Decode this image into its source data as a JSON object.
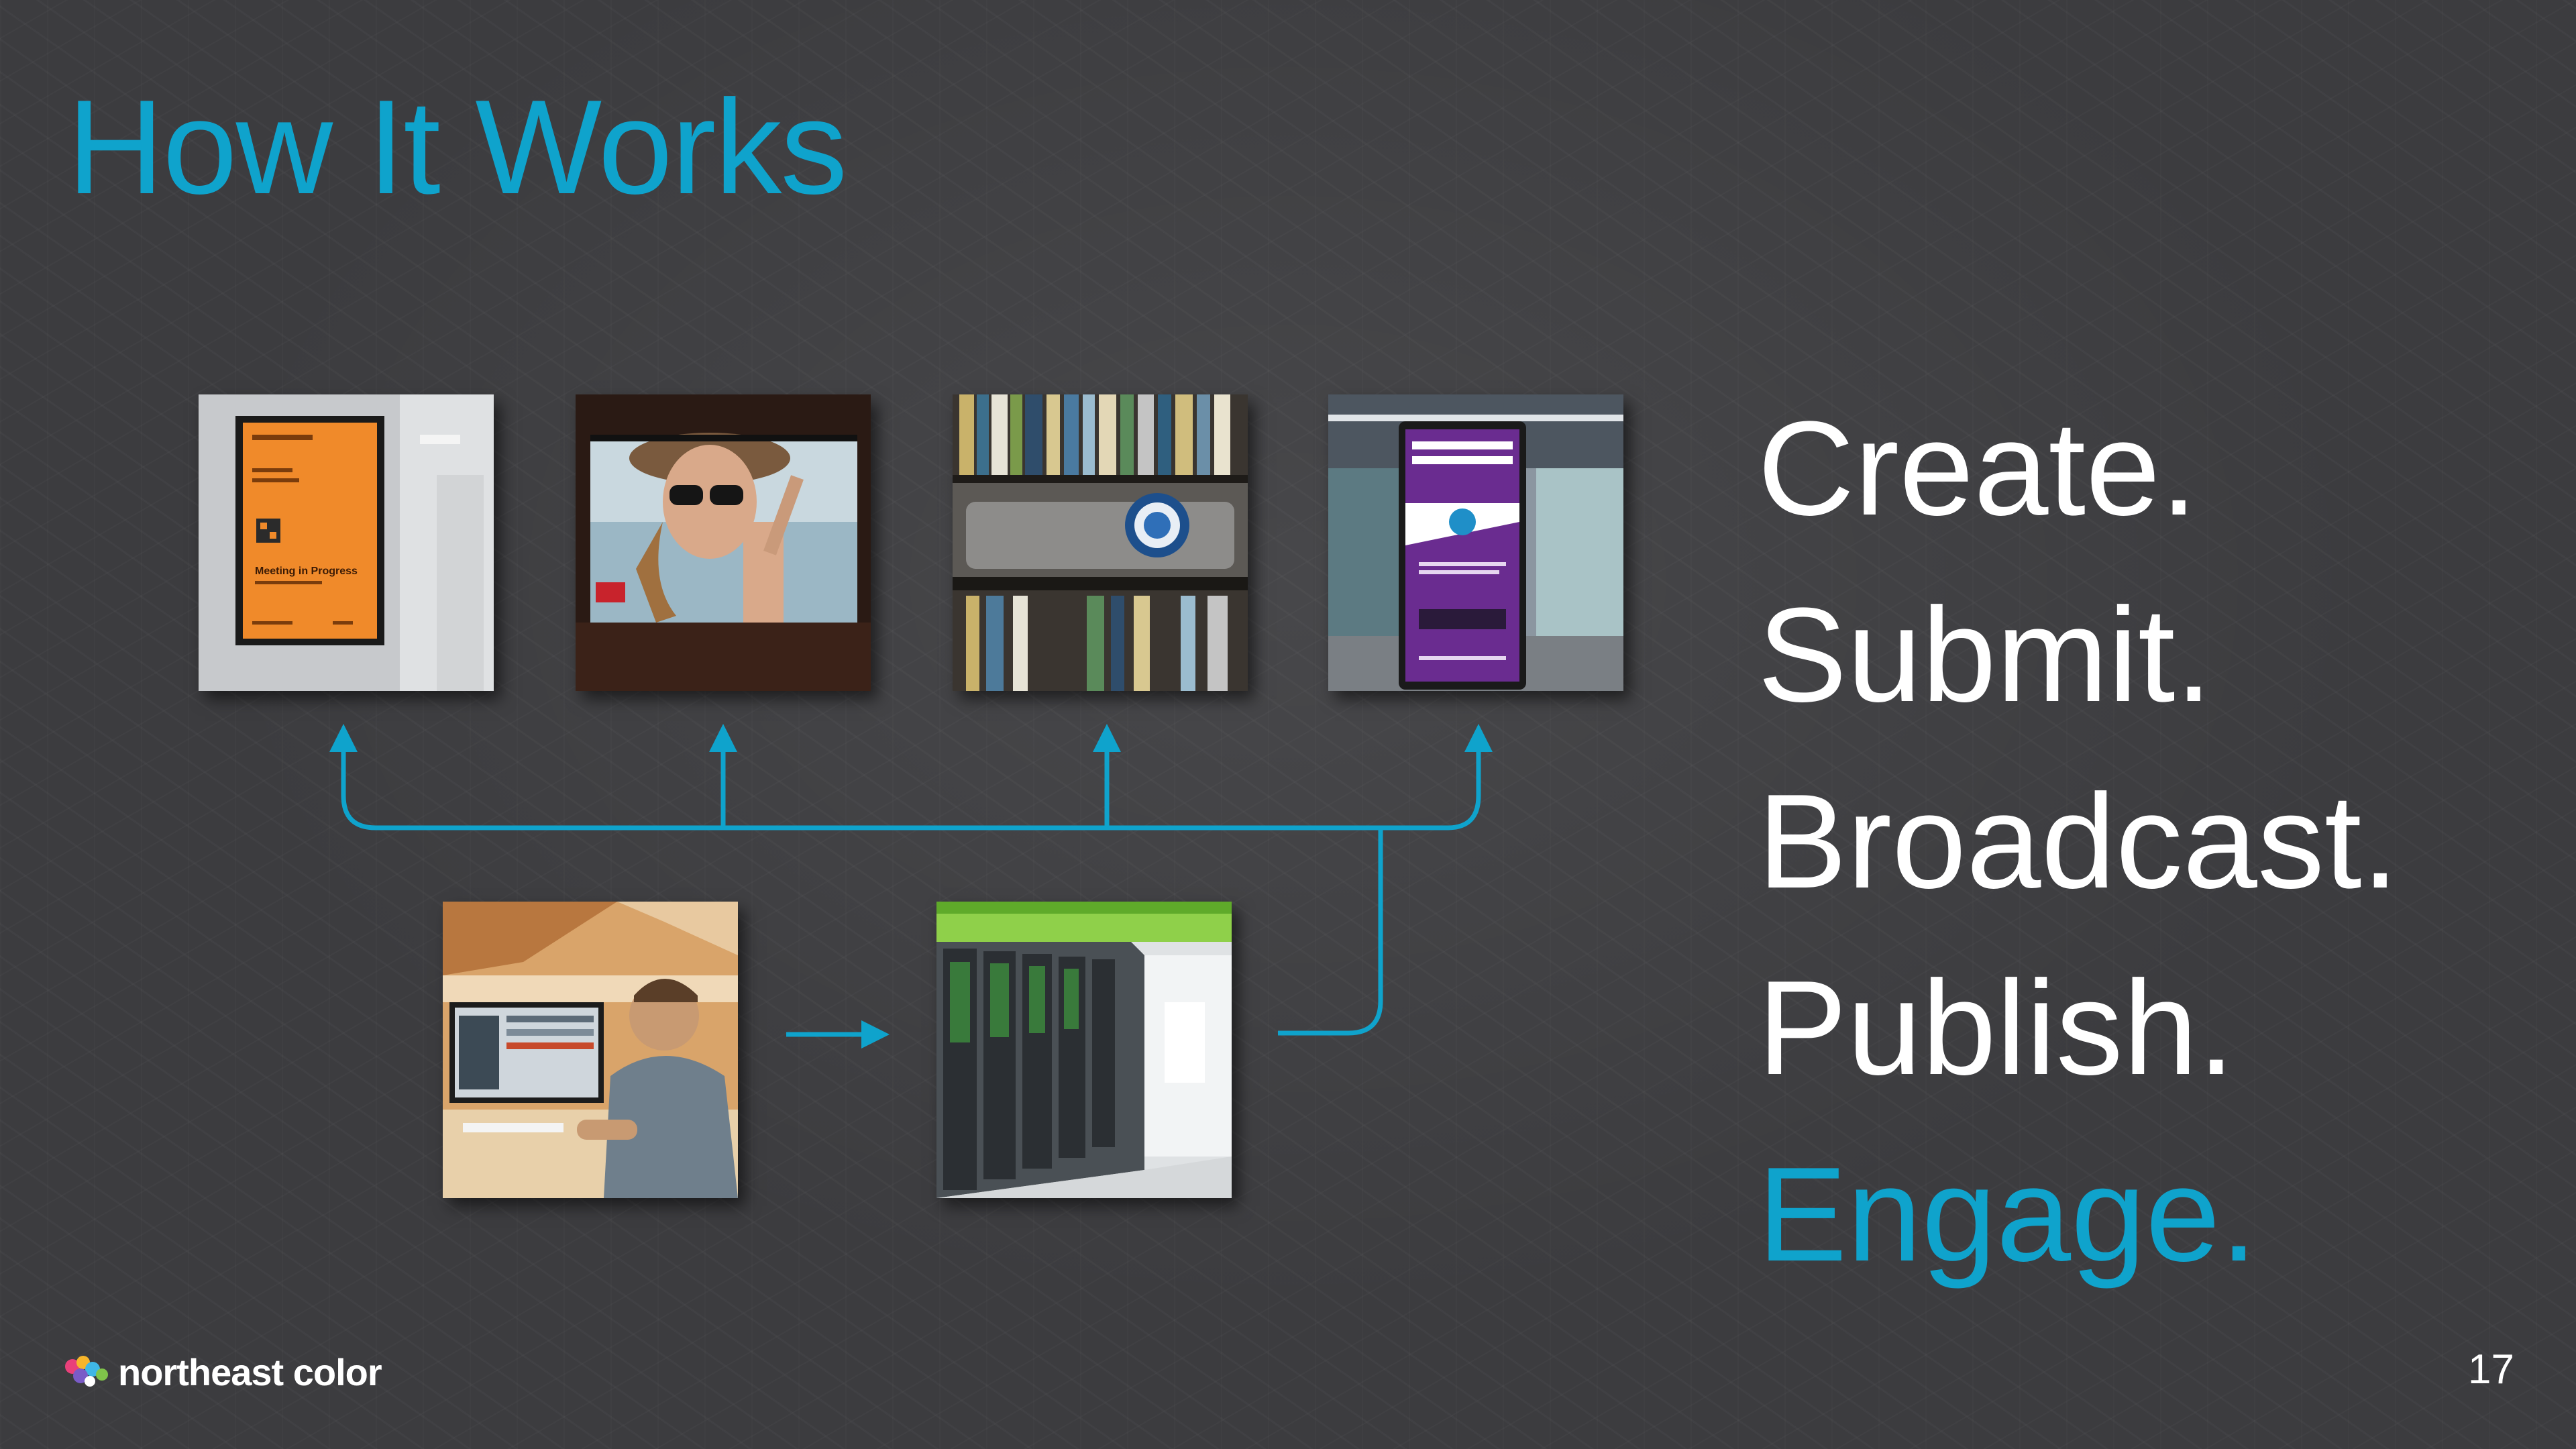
{
  "slide": {
    "title": "How It Works",
    "page_number": "17"
  },
  "steps": [
    {
      "label": "Create."
    },
    {
      "label": "Submit."
    },
    {
      "label": "Broadcast."
    },
    {
      "label": "Publish."
    },
    {
      "label": "Engage.",
      "accent": true
    }
  ],
  "thumbnails": {
    "top": [
      {
        "name": "meeting-room-display-photo",
        "screen_texts": [
          "Meeting in Progress"
        ]
      },
      {
        "name": "sunglasses-ad-display-photo",
        "screen_texts": []
      },
      {
        "name": "projector-photo",
        "screen_texts": []
      },
      {
        "name": "airport-kiosk-display-photo",
        "screen_texts": []
      }
    ],
    "bottom": [
      {
        "name": "designer-at-workstation-photo"
      },
      {
        "name": "server-room-photo"
      }
    ]
  },
  "logo": {
    "brand_light": "northeast",
    "brand_bold": "color"
  },
  "colors": {
    "accent": "#0fa3cc",
    "background": "#3c3c3f",
    "text": "#ffffff"
  }
}
